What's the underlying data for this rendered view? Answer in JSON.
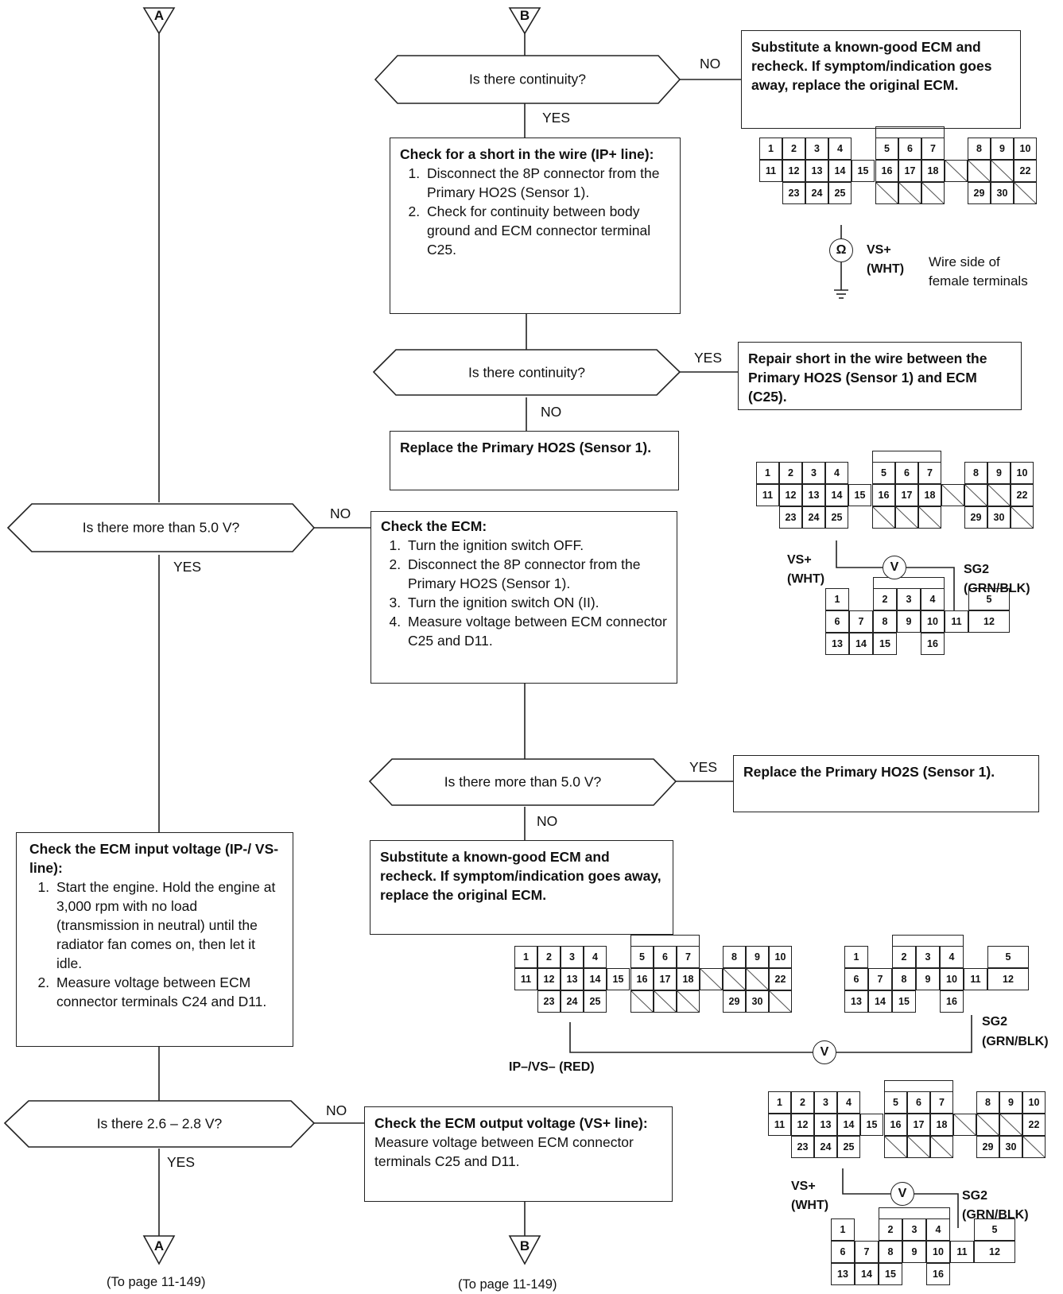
{
  "connectors": {
    "ecm_c": {
      "row1": [
        "1",
        "2",
        "3",
        "4",
        "",
        "5",
        "6",
        "7",
        "",
        "8",
        "9",
        "10"
      ],
      "row2": [
        "11",
        "12",
        "13",
        "14",
        "15",
        "16",
        "17",
        "18",
        "",
        "",
        "",
        "22"
      ],
      "row3": [
        "",
        "23",
        "24",
        "25",
        "",
        "",
        "",
        "",
        "",
        "29",
        "30",
        ""
      ]
    },
    "ecm_d": {
      "row1": [
        "1",
        "",
        "2",
        "3",
        "4",
        "",
        "5"
      ],
      "row2": [
        "6",
        "7",
        "8",
        "9",
        "10",
        "11",
        "12"
      ],
      "row3": [
        "13",
        "14",
        "15",
        "",
        "16",
        "",
        ""
      ]
    }
  },
  "flow": {
    "start_a": "A",
    "start_b": "B",
    "end_a": "A",
    "end_b": "B",
    "end_a_note": "(To page 11-149)",
    "end_b_note": "(To page 11-149)",
    "d1": "Is there continuity?",
    "d1_no": "NO",
    "d1_yes": "YES",
    "r1": "Substitute a known-good ECM and recheck. If symptom/indication goes away, replace the original ECM.",
    "box1": {
      "title": "Check for a short in the wire (IP+ line):",
      "steps": [
        "Disconnect the 8P connector from the Primary HO2S (Sensor 1).",
        "Check for continuity between body ground and ECM connector terminal C25."
      ]
    },
    "d2": "Is there continuity?",
    "d2_yes": "YES",
    "d2_no": "NO",
    "r2": "Repair short in the wire between the Primary HO2S (Sensor 1) and ECM (C25).",
    "box2": "Replace the Primary HO2S (Sensor 1).",
    "d3": "Is there more than 5.0 V?",
    "d3_no": "NO",
    "d3_yes": "YES",
    "box3": {
      "title": "Check the ECM:",
      "steps": [
        "Turn the ignition switch OFF.",
        "Disconnect the 8P connector from the Primary HO2S (Sensor 1).",
        "Turn the ignition switch ON (II).",
        "Measure voltage between ECM connector C25 and D11."
      ]
    },
    "d4": "Is there more than 5.0 V?",
    "d4_yes": "YES",
    "d4_no": "NO",
    "r4": "Replace the Primary HO2S (Sensor 1).",
    "box4": "Substitute a known-good ECM and recheck. If symptom/indication goes away, replace the original ECM.",
    "box5": {
      "title": "Check the ECM input voltage (IP-/ VS- line):",
      "steps": [
        "Start the engine. Hold the engine at 3,000 rpm with no load (transmission in neutral) until the radiator fan comes on, then let it idle.",
        "Measure voltage between ECM connector terminals C24 and D11."
      ]
    },
    "d5": "Is there 2.6 – 2.8 V?",
    "d5_no": "NO",
    "d5_yes": "YES",
    "box6": {
      "title": "Check the ECM output voltage (VS+ line):",
      "text": "Measure voltage between ECM connector terminals C25 and D11."
    }
  },
  "figures": {
    "f1_wire": "VS+",
    "f1_color": "(WHT)",
    "f1_note1": "Wire side of",
    "f1_note2": "female terminals",
    "f1_meter": "Ω",
    "f2_wire": "VS+",
    "f2_color": "(WHT)",
    "f2_sg": "SG2",
    "f2_sg_color": "(GRN/BLK)",
    "f2_meter": "V",
    "f3_wire": "IP–/VS– (RED)",
    "f3_sg": "SG2",
    "f3_sg_color": "(GRN/BLK)",
    "f3_meter": "V",
    "f4_wire": "VS+",
    "f4_color": "(WHT)",
    "f4_sg": "SG2",
    "f4_sg_color": "(GRN/BLK)",
    "f4_meter": "V"
  }
}
